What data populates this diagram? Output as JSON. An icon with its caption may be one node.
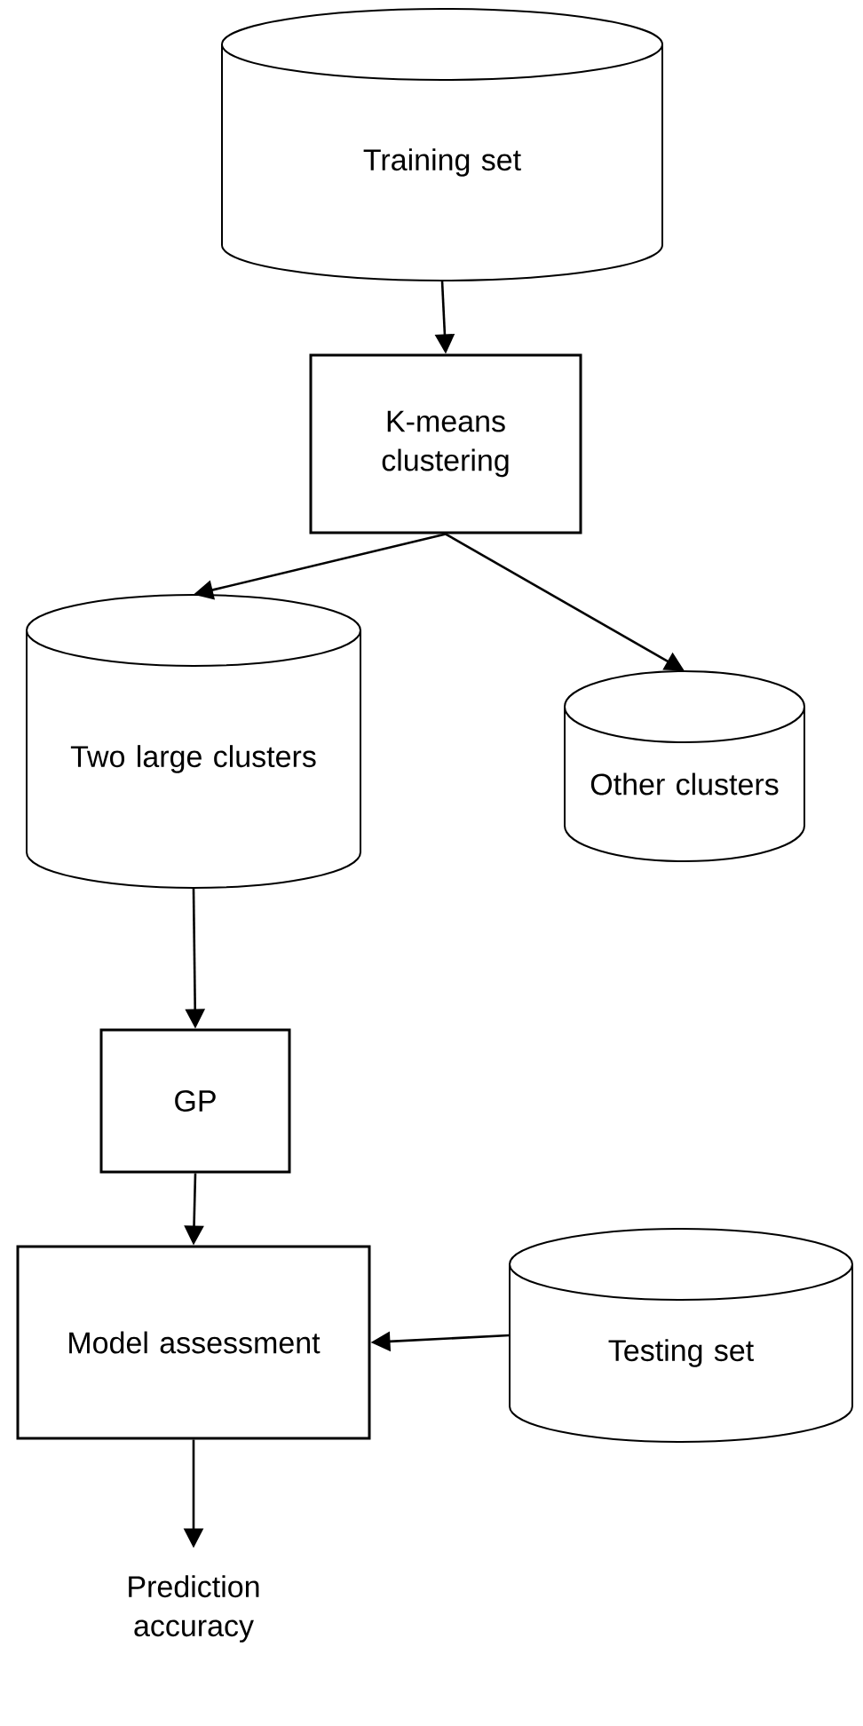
{
  "diagram": {
    "nodes": [
      {
        "text": [
          "Training set"
        ]
      },
      {
        "text": [
          "K-means clustering"
        ]
      },
      {
        "text": [
          "Two large clusters"
        ]
      },
      {
        "text": [
          "Other clusters"
        ]
      },
      {
        "text": [
          "GP"
        ]
      },
      {
        "text": [
          "Model assessment"
        ]
      },
      {
        "text": [
          "Testing set"
        ]
      },
      {
        "text": [
          "Prediction accuracy"
        ]
      }
    ],
    "edges": [
      {
        "from": 0,
        "to": 1,
        "arrow": "to"
      },
      {
        "from": 1,
        "to": 2,
        "arrow": "to"
      },
      {
        "from": 1,
        "to": 3,
        "arrow": "to"
      },
      {
        "from": 2,
        "to": 4,
        "arrow": "to"
      },
      {
        "from": 4,
        "to": 5,
        "arrow": "to"
      },
      {
        "from": 6,
        "to": 5,
        "arrow": "to"
      },
      {
        "from": 5,
        "to": 7,
        "arrow": "to"
      }
    ]
  }
}
